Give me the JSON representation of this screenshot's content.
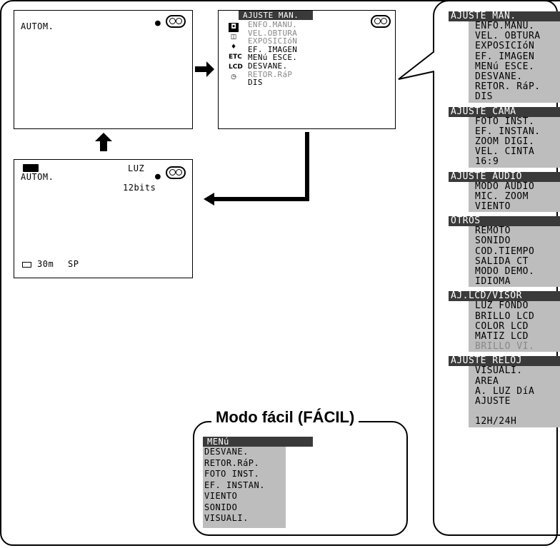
{
  "screen1": {
    "mode": "AUTOM."
  },
  "screen2": {
    "header": "AJUSTE MAN.",
    "items": [
      {
        "label": "ENFO.MANU.",
        "dim": true
      },
      {
        "label": "VEL.OBTURA",
        "dim": true
      },
      {
        "label": "EXPOSICIóN",
        "dim": true
      },
      {
        "label": "EF. IMAGEN",
        "dim": false
      },
      {
        "label": "MENú ESCE.",
        "dim": false
      },
      {
        "label": "DESVANE.",
        "dim": false
      },
      {
        "label": "RETOR.RáP",
        "dim": true
      },
      {
        "label": "DIS",
        "dim": false
      }
    ],
    "icons": [
      "camera-icon",
      "camera-settings-icon",
      "microphone-icon",
      "ETC",
      "LCD",
      "clock-icon"
    ]
  },
  "screen3": {
    "mode": "AUTOM.",
    "luz": "LUZ",
    "bits": "12bits",
    "tape": "30m",
    "speed": "SP"
  },
  "easy_mode": {
    "title": "Modo fácil (FÁCIL)",
    "header": "MENú",
    "items": [
      "DESVANE.",
      "RETOR.RáP.",
      "FOTO INST.",
      "EF. INSTAN.",
      "VIENTO",
      "SONIDO",
      "VISUALI."
    ]
  },
  "menu_tree": [
    {
      "header": "AJUSTE MAN.",
      "items": [
        {
          "label": "ENFO.MANU.",
          "dim": false
        },
        {
          "label": "VEL. OBTURA",
          "dim": false
        },
        {
          "label": "EXPOSICIóN",
          "dim": false
        },
        {
          "label": "EF. IMAGEN",
          "dim": false
        },
        {
          "label": "MENú ESCE.",
          "dim": false
        },
        {
          "label": "DESVANE.",
          "dim": false
        },
        {
          "label": "RETOR. RáP.",
          "dim": false
        },
        {
          "label": "DIS",
          "dim": false
        }
      ]
    },
    {
      "header": "AJUSTE CÁMA",
      "items": [
        {
          "label": "FOTO INST.",
          "dim": false
        },
        {
          "label": "EF. INSTAN.",
          "dim": false
        },
        {
          "label": "ZOOM DIGI.",
          "dim": false
        },
        {
          "label": "VEL. CINTA",
          "dim": false
        },
        {
          "label": "16:9",
          "dim": false
        }
      ]
    },
    {
      "header": "AJUSTE AUDIO",
      "items": [
        {
          "label": "MODO AUDIO",
          "dim": false
        },
        {
          "label": "MIC. ZOOM",
          "dim": false
        },
        {
          "label": "VIENTO",
          "dim": false
        }
      ]
    },
    {
      "header": "OTROS",
      "items": [
        {
          "label": "REMOTO",
          "dim": false
        },
        {
          "label": "SONIDO",
          "dim": false
        },
        {
          "label": "COD.TIEMPO",
          "dim": false
        },
        {
          "label": "SALIDA CT",
          "dim": false
        },
        {
          "label": "MODO DEMO.",
          "dim": false
        },
        {
          "label": "IDIOMA",
          "dim": false
        }
      ]
    },
    {
      "header": "AJ.LCD/VISOR",
      "items": [
        {
          "label": "LUZ FONDO",
          "dim": false
        },
        {
          "label": "BRILLO LCD",
          "dim": false
        },
        {
          "label": "COLOR LCD",
          "dim": false
        },
        {
          "label": "MATIZ LCD",
          "dim": false
        },
        {
          "label": "BRILLO VI.",
          "dim": true
        }
      ]
    },
    {
      "header": "AJUSTE RELOJ",
      "items": [
        {
          "label": "VISUALI.",
          "dim": false
        },
        {
          "label": "AREA",
          "dim": false
        },
        {
          "label": "A. LUZ DíA",
          "dim": false
        },
        {
          "label": "AJUSTE",
          "dim": false
        },
        {
          "label": "",
          "dim": false
        },
        {
          "label": "12H/24H",
          "dim": false
        }
      ]
    }
  ]
}
